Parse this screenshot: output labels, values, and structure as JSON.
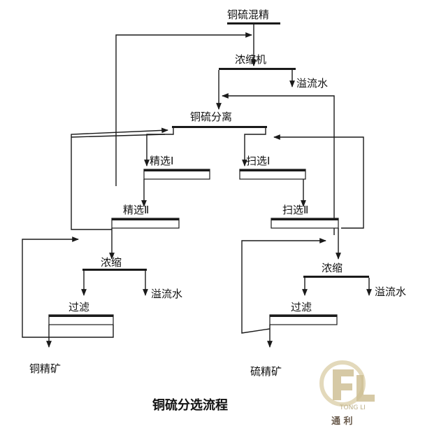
{
  "labels": {
    "feed": "铜硫混精",
    "thickener1": "浓缩机",
    "overflow1": "溢流水",
    "separation": "铜硫分离",
    "cleaner1": "精选Ⅰ",
    "scavenger1": "扫选Ⅰ",
    "cleaner2": "精选Ⅱ",
    "scavenger2": "扫选Ⅱ",
    "thicken_cu": "浓缩",
    "overflow_cu": "溢流水",
    "filter_cu": "过滤",
    "product_cu": "铜精矿",
    "thicken_s": "浓缩",
    "overflow_s": "溢流水",
    "filter_s": "过滤",
    "product_s": "硫精矿"
  },
  "caption": "铜硫分选流程",
  "watermark": {
    "latin": "TONG LI",
    "chinese": "通 利"
  },
  "colors": {
    "line": "#1a1a1a",
    "watermark_gold": "#c9b98a",
    "watermark_text": "#5a4a3a"
  }
}
